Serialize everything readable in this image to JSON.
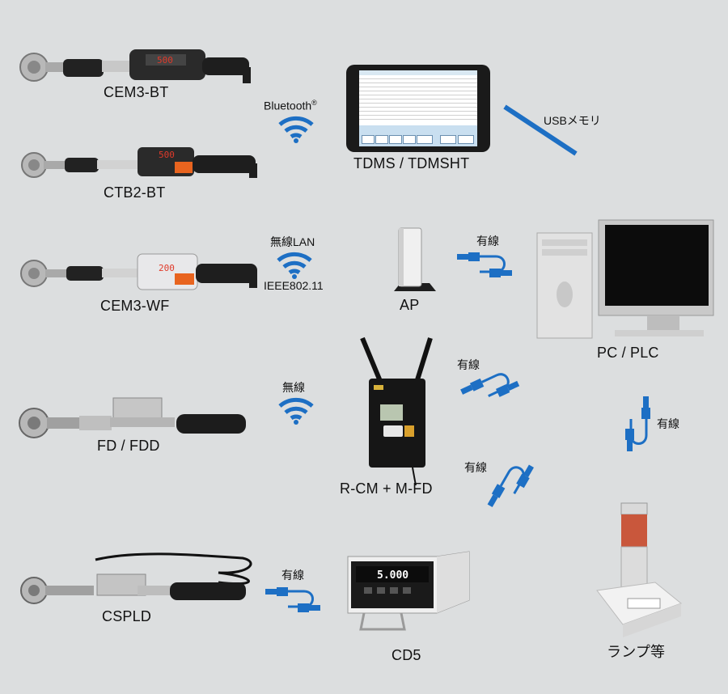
{
  "devices": {
    "cem3bt": "CEM3-BT",
    "ctb2bt": "CTB2-BT",
    "cem3wf": "CEM3-WF",
    "fd": "FD / FDD",
    "cspld": "CSPLD",
    "tdms": "TDMS / TDMSHT",
    "ap": "AP",
    "pc": "PC / PLC",
    "rcm": "R-CM + M-FD",
    "cd5": "CD5",
    "lamp": "ランプ等"
  },
  "displays": {
    "cem3bt": "500",
    "ctb2bt": "500",
    "cem3wf": "200",
    "cd5": "5.000"
  },
  "links": {
    "bluetooth": "Bluetooth",
    "bluetooth_sup": "®",
    "wlan": "無線LAN",
    "ieee": "IEEE802.11",
    "wireless": "無線",
    "usb": "USBメモリ",
    "wired_ap_pc": "有線",
    "wired_rcm_pc": "有線",
    "wired_pc_lamp": "有線",
    "wired_rcm_lamp": "有線",
    "wired_cspld_cd5": "有線"
  },
  "colors": {
    "accent_blue": "#1d6fc4",
    "background": "#dcdedf",
    "display_red": "#e03a2a"
  }
}
